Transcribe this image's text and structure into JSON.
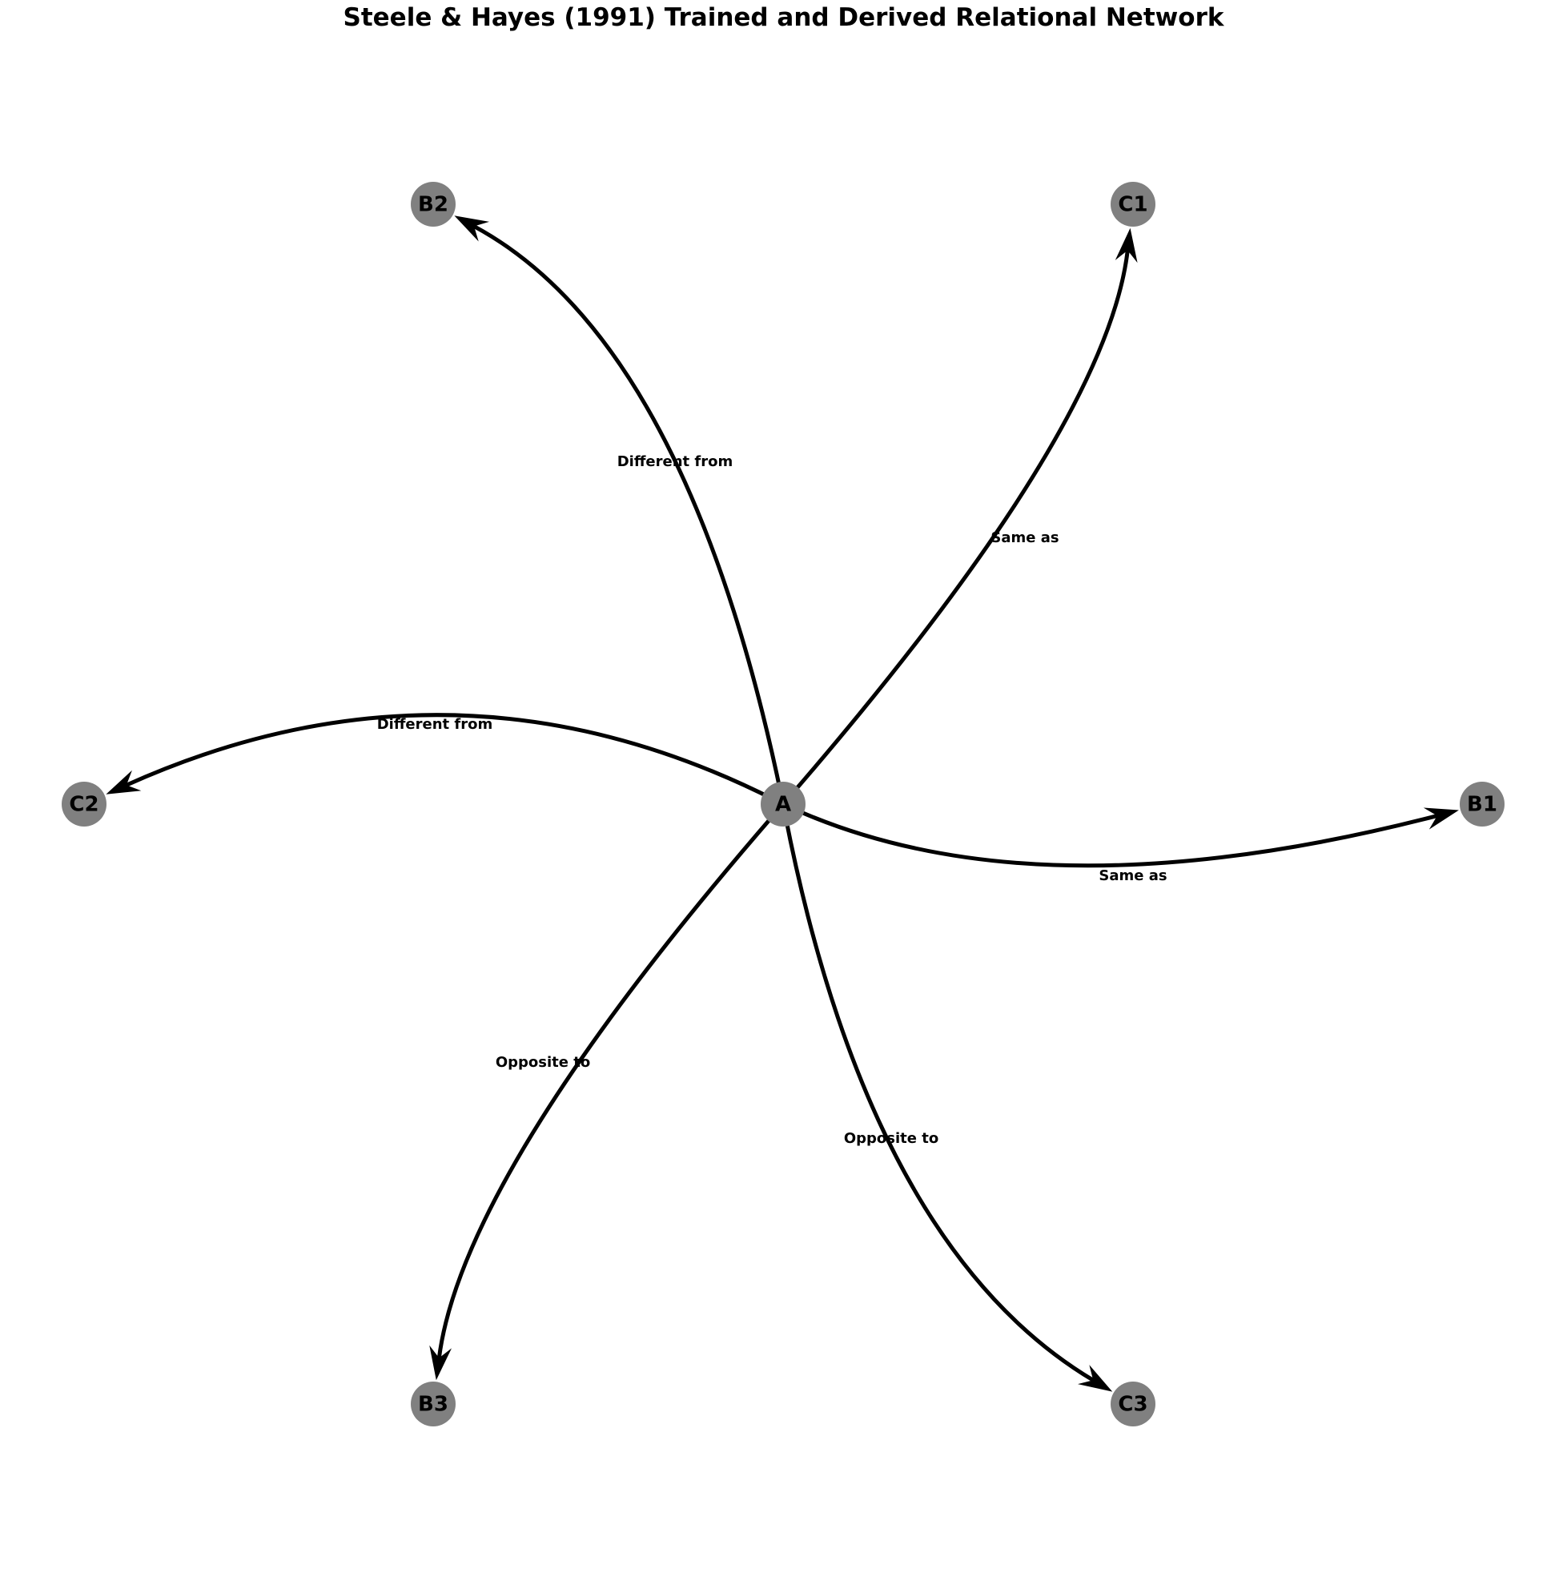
{
  "title": "Steele & Hayes (1991) Trained and Derived Relational Network",
  "colors": {
    "node": "#808080",
    "edge": "#000000",
    "background": "#ffffff"
  },
  "nodes": [
    {
      "id": "A",
      "label": "A"
    },
    {
      "id": "B1",
      "label": "B1"
    },
    {
      "id": "C1",
      "label": "C1"
    },
    {
      "id": "B2",
      "label": "B2"
    },
    {
      "id": "C2",
      "label": "C2"
    },
    {
      "id": "B3",
      "label": "B3"
    },
    {
      "id": "C3",
      "label": "C3"
    }
  ],
  "edges": [
    {
      "from": "A",
      "to": "B1",
      "label": "Same as"
    },
    {
      "from": "A",
      "to": "C1",
      "label": "Same as"
    },
    {
      "from": "A",
      "to": "B2",
      "label": "Different from"
    },
    {
      "from": "A",
      "to": "C2",
      "label": "Different from"
    },
    {
      "from": "A",
      "to": "B3",
      "label": "Opposite to"
    },
    {
      "from": "A",
      "to": "C3",
      "label": "Opposite to"
    }
  ]
}
